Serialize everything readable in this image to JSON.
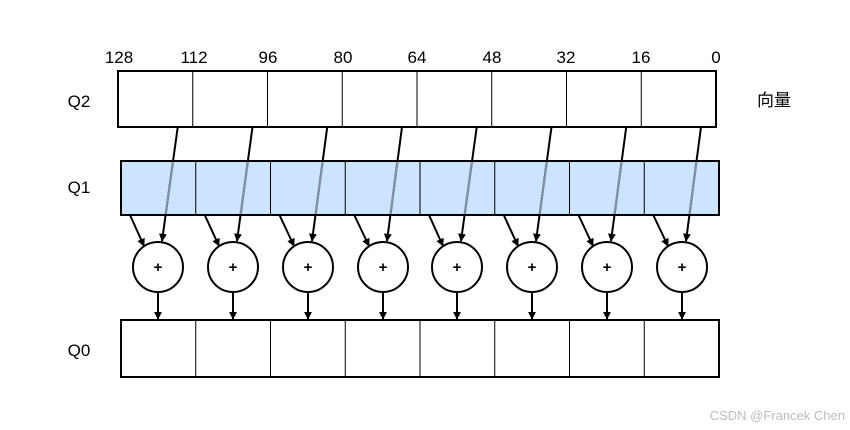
{
  "bit_positions": [
    "128",
    "112",
    "96",
    "80",
    "64",
    "48",
    "32",
    "16",
    "0"
  ],
  "rows": [
    {
      "label": "Q2",
      "cells": 8,
      "fill": "#ffffff"
    },
    {
      "label": "Q1",
      "cells": 8,
      "fill": "#cce4ff"
    },
    {
      "label": "Q0",
      "cells": 8,
      "fill": "#ffffff"
    }
  ],
  "side_label": "向量",
  "adder_symbol": "+",
  "adder_count": 8,
  "watermark": "CSDN @Francek Chen",
  "colors": {
    "q1_fill": "#cce4ff",
    "stroke": "#000000",
    "q2_arrow": "#000000",
    "q2_arrow_overlap": "#7f93a8"
  }
}
